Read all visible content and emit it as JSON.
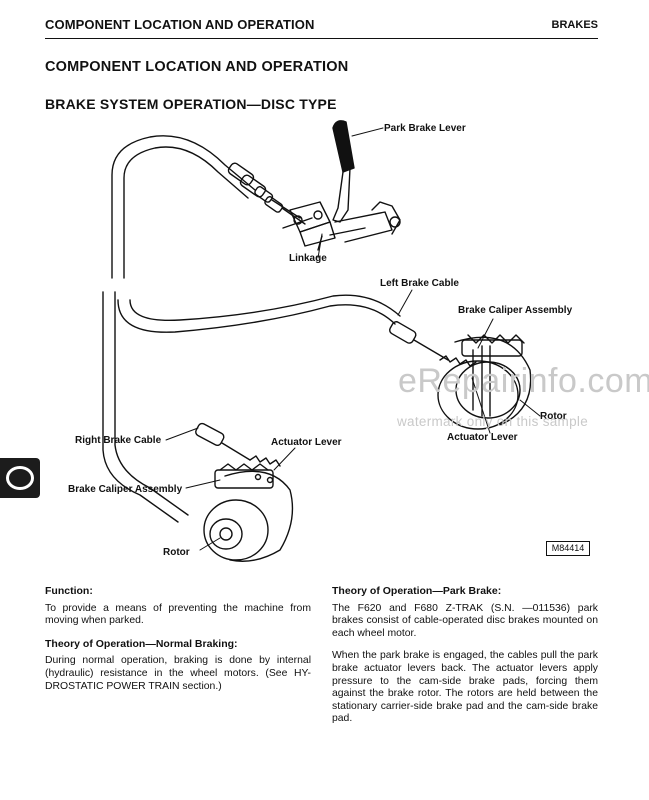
{
  "header": {
    "left": "COMPONENT LOCATION AND OPERATION",
    "right": "BRAKES"
  },
  "section_title": "COMPONENT LOCATION AND OPERATION",
  "subsection_title": "BRAKE SYSTEM OPERATION—DISC TYPE",
  "diagram": {
    "labels": {
      "park_brake_lever": "Park Brake Lever",
      "linkage": "Linkage",
      "left_brake_cable": "Left Brake Cable",
      "brake_caliper_assembly_right": "Brake Caliper Assembly",
      "rotor_right": "Rotor",
      "actuator_lever_right": "Actuator Lever",
      "right_brake_cable": "Right Brake Cable",
      "actuator_lever_left": "Actuator Lever",
      "brake_caliper_assembly_left": "Brake Caliper Assembly",
      "rotor_left": "Rotor"
    },
    "figure_id": "M84414"
  },
  "watermark": {
    "main": "eRepairinfo.com",
    "sub": "watermark only on this sample"
  },
  "left_column": {
    "function_heading": "Function:",
    "function_text": "To provide a means of preventing the machine from moving when parked.",
    "normal_heading": "Theory of Operation—Normal Braking:",
    "normal_text": "During normal operation, braking is done by internal (hydraulic) resistance in the wheel motors. (See HY-DROSTATIC POWER TRAIN section.)"
  },
  "right_column": {
    "park_heading": "Theory of Operation—Park Brake:",
    "park_text_1": "The F620 and F680 Z-TRAK (S.N. —011536) park brakes consist of cable-operated disc brakes mounted on each wheel motor.",
    "park_text_2": "When the park brake is engaged, the cables pull the park brake actuator levers back. The actuator levers apply pressure to the cam-side brake pads, forcing them against the brake rotor. The rotors are held between the stationary carrier-side brake pad and the cam-side brake pad."
  }
}
